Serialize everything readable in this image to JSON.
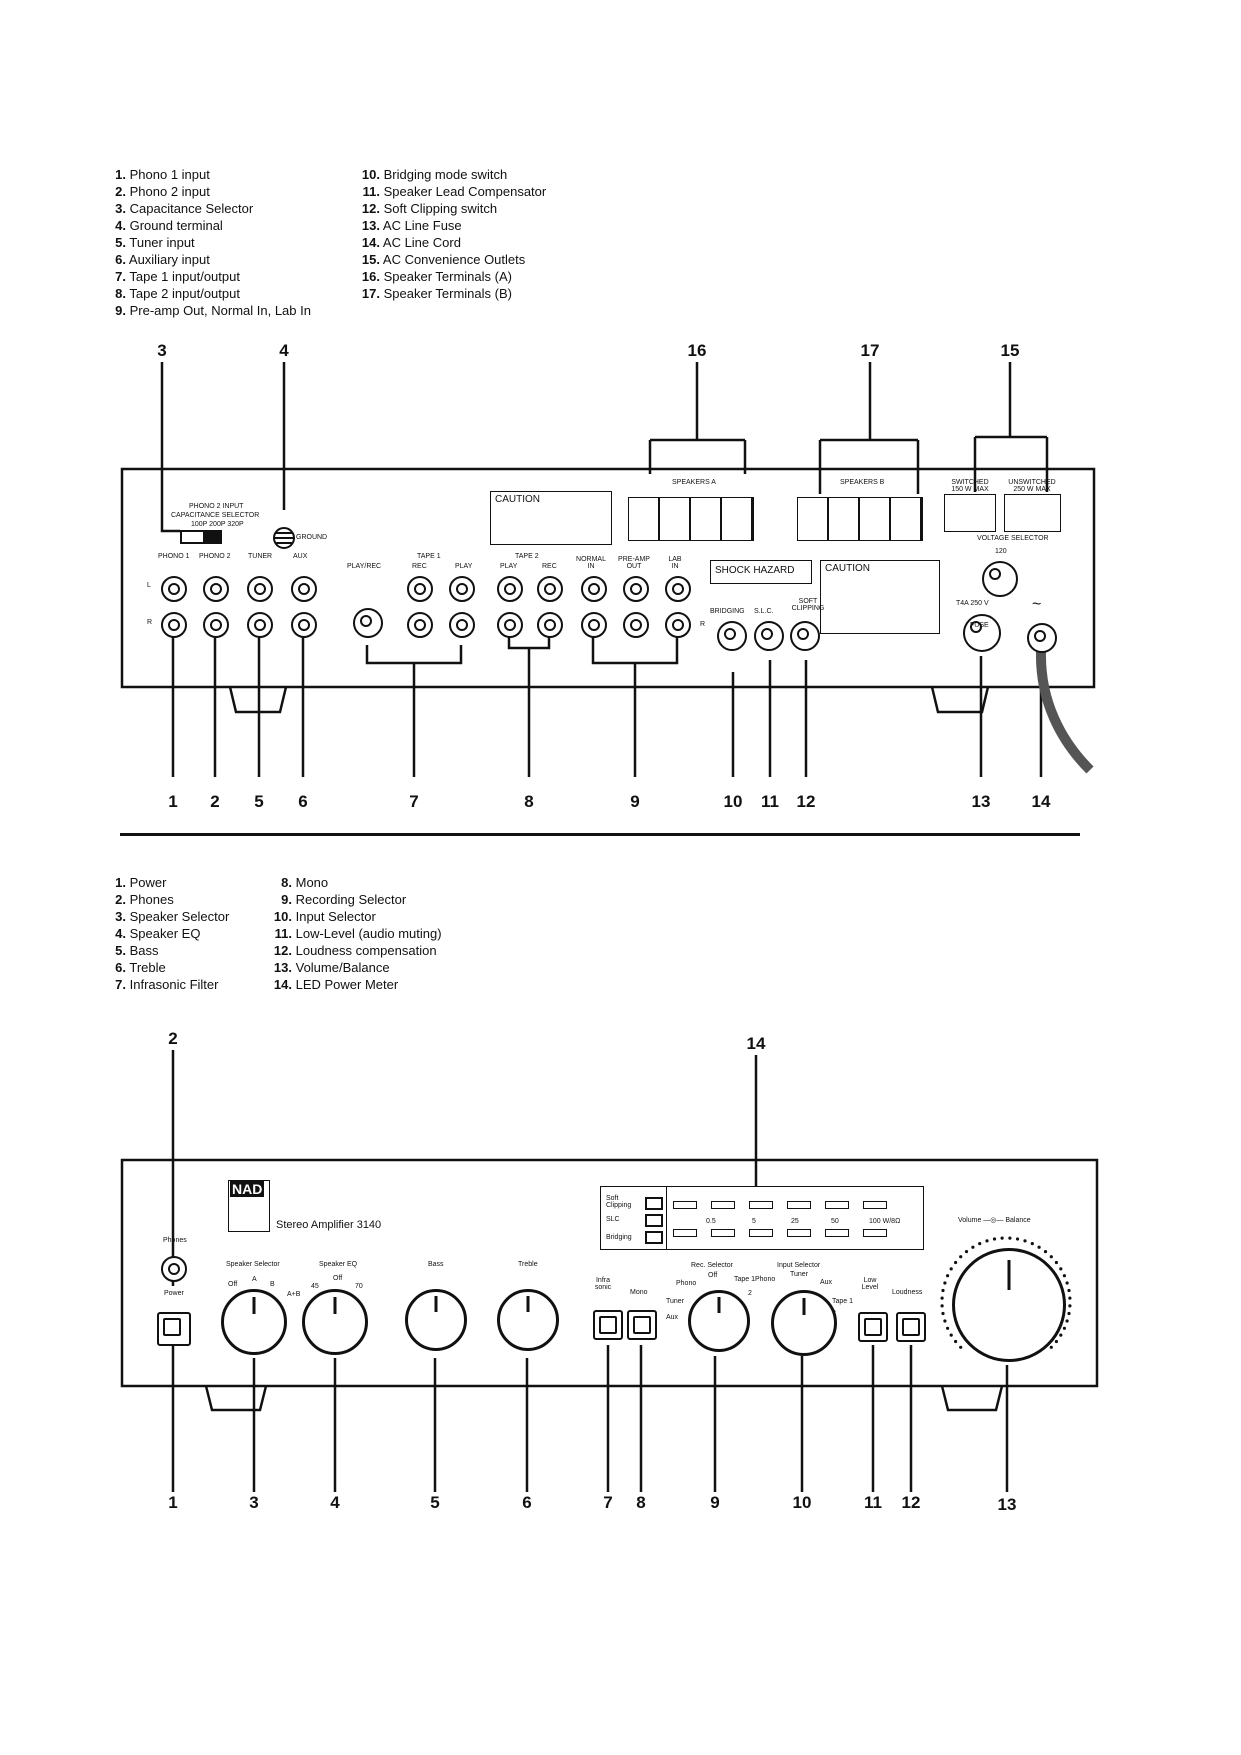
{
  "rear_legend": {
    "col1": [
      {
        "num": "1.",
        "text": "Phono 1 input"
      },
      {
        "num": "2.",
        "text": "Phono 2 input"
      },
      {
        "num": "3.",
        "text": "Capacitance Selector"
      },
      {
        "num": "4.",
        "text": "Ground terminal"
      },
      {
        "num": "5.",
        "text": "Tuner input"
      },
      {
        "num": "6.",
        "text": "Auxiliary input"
      },
      {
        "num": "7.",
        "text": "Tape 1 input/output"
      },
      {
        "num": "8.",
        "text": "Tape 2 input/output"
      },
      {
        "num": "9.",
        "text": "Pre-amp Out, Normal In, Lab In"
      }
    ],
    "col2": [
      {
        "num": "10.",
        "text": "Bridging mode switch"
      },
      {
        "num": "11.",
        "text": "Speaker Lead Compensator"
      },
      {
        "num": "12.",
        "text": "Soft Clipping switch"
      },
      {
        "num": "13.",
        "text": "AC Line Fuse"
      },
      {
        "num": "14.",
        "text": "AC Line Cord"
      },
      {
        "num": "15.",
        "text": "AC Convenience Outlets"
      },
      {
        "num": "16.",
        "text": "Speaker Terminals (A)"
      },
      {
        "num": "17.",
        "text": "Speaker Terminals (B)"
      }
    ]
  },
  "rear_panel": {
    "phono2_label": "PHONO 2 INPUT",
    "cap_label": "CAPACITANCE SELECTOR",
    "cap_values": "100P  200P  320P",
    "ground": "GROUND",
    "inputs": [
      "PHONO 1",
      "PHONO 2",
      "TUNER",
      "AUX"
    ],
    "tape1": "TAPE 1",
    "play_rec": "PLAY/REC",
    "rec": "REC",
    "play": "PLAY",
    "tape2": "TAPE 2",
    "normal_in": "NORMAL IN",
    "preamp_out": "PRE-AMP OUT",
    "lab_in": "LAB IN",
    "l": "L",
    "r": "R",
    "caution": "CAUTION",
    "shock_hazard": "SHOCK HAZARD",
    "speakers_a": "SPEAKERS A",
    "speakers_b": "SPEAKERS B",
    "switched": "SWITCHED 150 W MAX",
    "unswitched": "UNSWITCHED 250 W MAX",
    "voltage_selector": "VOLTAGE SELECTOR",
    "voltage": "120",
    "bridging": "BRIDGING",
    "slc": "S.L.C.",
    "soft_clipping": "SOFT CLIPPING",
    "fuse_rating": "T4A 250 V",
    "fuse": "FUSE",
    "ac_symbol": "~"
  },
  "rear_callouts": {
    "top": [
      "3",
      "4",
      "16",
      "17",
      "15"
    ],
    "bottom": [
      "1",
      "2",
      "5",
      "6",
      "7",
      "8",
      "9",
      "10",
      "11",
      "12",
      "13",
      "14"
    ]
  },
  "front_legend": {
    "col1": [
      {
        "num": "1.",
        "text": "Power"
      },
      {
        "num": "2.",
        "text": "Phones"
      },
      {
        "num": "3.",
        "text": "Speaker Selector"
      },
      {
        "num": "4.",
        "text": "Speaker EQ"
      },
      {
        "num": "5.",
        "text": "Bass"
      },
      {
        "num": "6.",
        "text": "Treble"
      },
      {
        "num": "7.",
        "text": "Infrasonic Filter"
      }
    ],
    "col2": [
      {
        "num": "8.",
        "text": "Mono"
      },
      {
        "num": "9.",
        "text": "Recording Selector"
      },
      {
        "num": "10.",
        "text": "Input Selector"
      },
      {
        "num": "11.",
        "text": "Low-Level (audio muting)"
      },
      {
        "num": "12.",
        "text": "Loudness compensation"
      },
      {
        "num": "13.",
        "text": "Volume/Balance"
      },
      {
        "num": "14.",
        "text": "LED Power Meter"
      }
    ]
  },
  "front_panel": {
    "brand": "NAD",
    "model": "Stereo Amplifier 3140",
    "phones": "Phones",
    "power": "Power",
    "speaker_selector": "Speaker Selector",
    "spk_positions": [
      "Off",
      "A",
      "B",
      "A+B"
    ],
    "speaker_eq": "Speaker EQ",
    "eq_positions": [
      "45",
      "Off",
      "70"
    ],
    "bass": "Bass",
    "treble": "Treble",
    "infrasonic": "Infra sonic",
    "mono": "Mono",
    "rec_selector": "Rec. Selector",
    "rec_positions": [
      "Phono",
      "Off",
      "Tape 1",
      "Tuner",
      "Aux",
      "2"
    ],
    "input_selector": "Input Selector",
    "input_positions": [
      "Phono",
      "Tuner",
      "Aux",
      "Tape 1",
      "2"
    ],
    "low_level": "Low Level",
    "loudness": "Loudness",
    "volume_balance": "Volume —◎— Balance",
    "meter_indicators": [
      "Soft Clipping",
      "SLC",
      "Bridging"
    ],
    "meter_scale": [
      "0.5",
      "5",
      "25",
      "50",
      "100 W/8Ω"
    ]
  },
  "front_callouts": {
    "top": [
      "2",
      "14"
    ],
    "bottom": [
      "1",
      "3",
      "4",
      "5",
      "6",
      "7",
      "8",
      "9",
      "10",
      "11",
      "12",
      "13"
    ]
  }
}
